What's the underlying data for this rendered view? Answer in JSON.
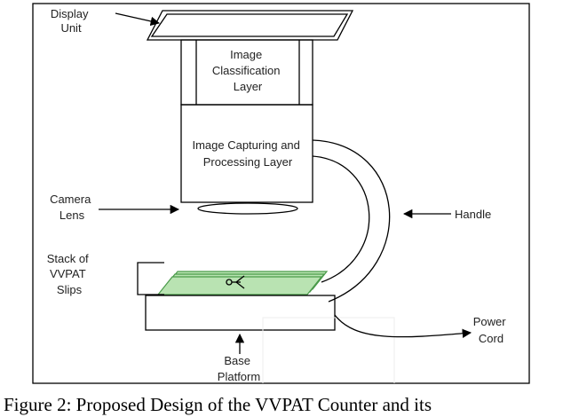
{
  "labels": {
    "display_unit": [
      "Display",
      "Unit"
    ],
    "image_classification": [
      "Image",
      "Classification",
      "Layer"
    ],
    "image_capturing": [
      "Image Capturing and",
      "Processing Layer"
    ],
    "camera_lens": [
      "Camera",
      "Lens"
    ],
    "handle": "Handle",
    "stack_of_slips": [
      "Stack of",
      "VVPAT",
      "Slips"
    ],
    "power_cord": [
      "Power",
      "Cord"
    ],
    "base_platform": [
      "Base",
      "Platform"
    ]
  },
  "caption": "Figure 2: Proposed Design of the VVPAT Counter and its",
  "colors": {
    "slip_fill": "#b9e3b2",
    "slip_stroke": "#4a9a4a",
    "line": "#000000"
  }
}
